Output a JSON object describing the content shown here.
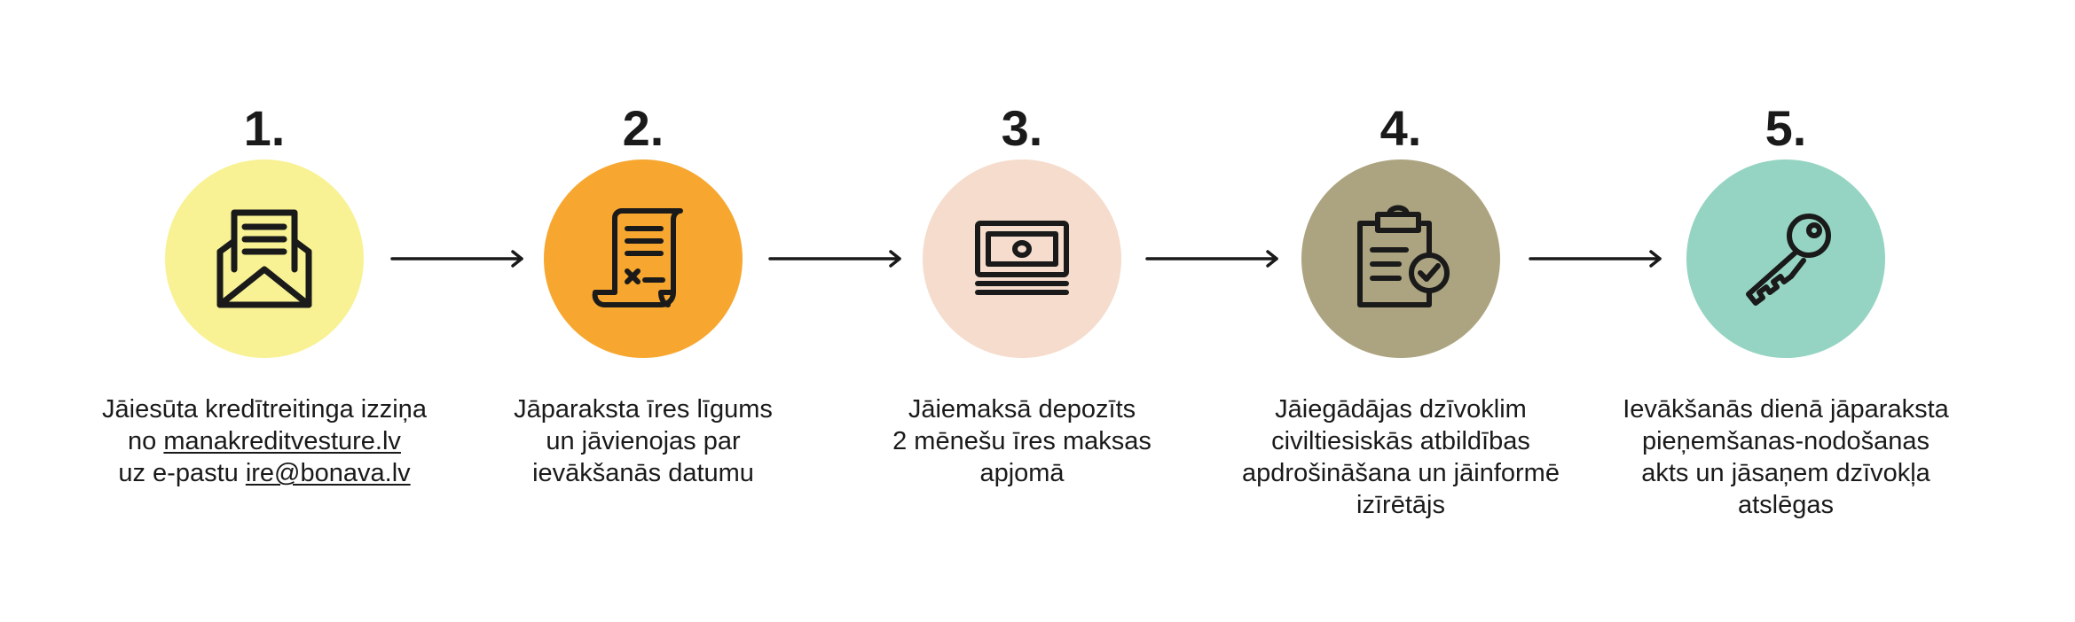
{
  "steps": [
    {
      "number": "1.",
      "icon": "envelope-letter-icon",
      "color": "#f8f294",
      "lines": [
        "Jāiesūta kredītreitinga izziņa"
      ],
      "line2_prefix": "no ",
      "line2_link": "manakreditvesture.lv",
      "line3_prefix": "uz e-pastu ",
      "line3_link": "ire@bonava.lv"
    },
    {
      "number": "2.",
      "icon": "contract-scroll-icon",
      "color": "#f7a730",
      "lines": [
        "Jāparaksta īres līgums",
        "un jāvienojas par",
        "ievākšanās datumu"
      ]
    },
    {
      "number": "3.",
      "icon": "money-stack-icon",
      "color": "#f5dccc",
      "lines": [
        "Jāiemaksā depozīts",
        "2 mēnešu īres maksas",
        "apjomā"
      ]
    },
    {
      "number": "4.",
      "icon": "clipboard-check-icon",
      "color": "#aca480",
      "lines": [
        "Jāiegādājas dzīvoklim",
        "civiltiesiskās atbildības",
        "apdrošināšana un jāinformē",
        "izīrētājs"
      ]
    },
    {
      "number": "5.",
      "icon": "key-icon",
      "color": "#95d4c2",
      "lines": [
        "Ievākšanās dienā jāparaksta",
        "pieņemšanas-nodošanas",
        "akts un jāsaņem dzīvokļa",
        "atslēgas"
      ]
    }
  ]
}
